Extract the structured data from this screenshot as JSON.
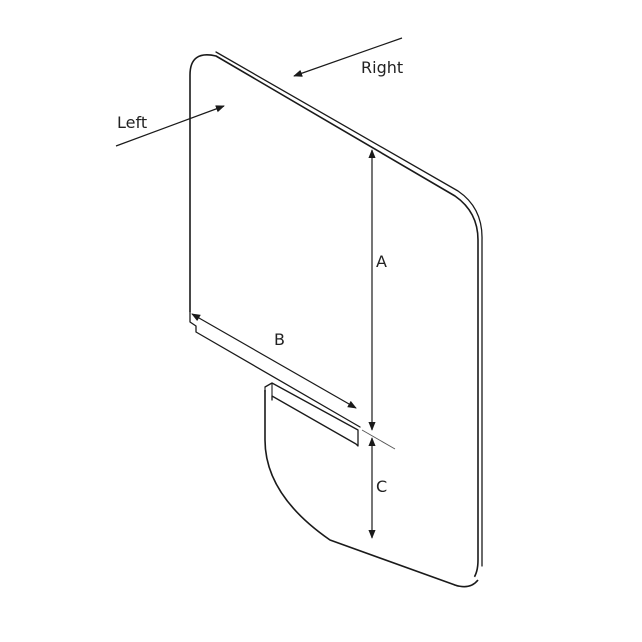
{
  "labels": {
    "left": "Left",
    "right": "Right",
    "dim_a": "A",
    "dim_b": "B",
    "dim_c": "C"
  },
  "colors": {
    "line": "#1a1a1a",
    "background": "#ffffff"
  }
}
